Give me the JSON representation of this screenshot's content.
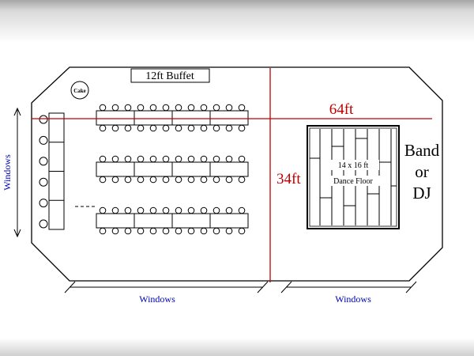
{
  "plan": {
    "labels": {
      "buffet": "12ft Buffet",
      "cake": "Cake",
      "width_dimension": "64ft",
      "height_dimension": "34ft",
      "dance_floor_size": "14 x 16 ft",
      "dance_floor_name": "Dance Floor",
      "band": [
        "Band",
        "or",
        "DJ"
      ],
      "windows": [
        "Windows",
        "Windows",
        "Windows"
      ]
    },
    "colors": {
      "dimension_line": "#c00000",
      "windows_label": "#0000b8",
      "wall": "#000000"
    },
    "layout_data": {
      "guest_table_rows": 3,
      "tables_per_row": 4,
      "chairs_per_side": 3,
      "head_table_sections": 4,
      "head_table_chairs": 6
    }
  }
}
